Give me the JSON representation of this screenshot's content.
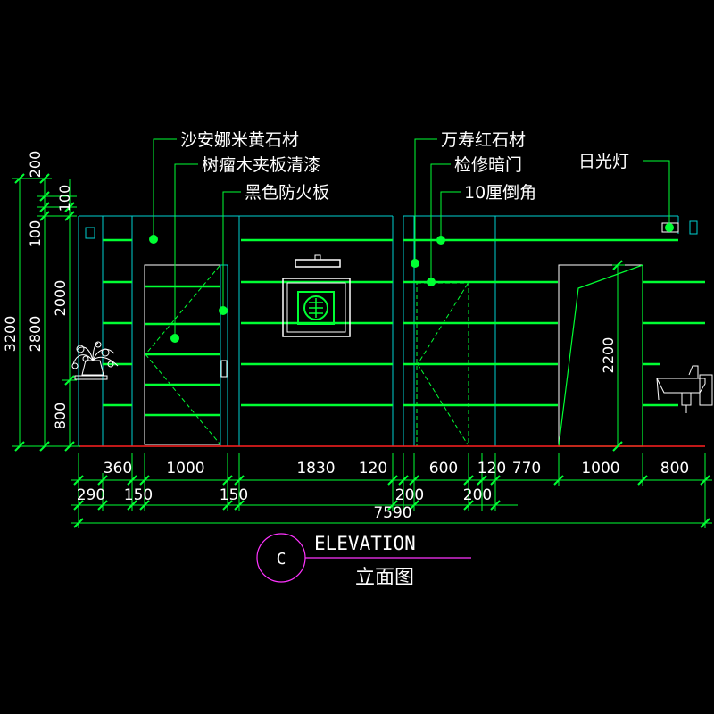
{
  "colors": {
    "background": "#000000",
    "wall": "#00ff33",
    "structure": "#00d0d0",
    "floor": "#ff2020",
    "dimension": "#00ff33",
    "text": "#ffffff",
    "title_mark": "#ff33ff"
  },
  "labels": {
    "l1": "沙安娜米黄石材",
    "l2": "树瘤木夹板清漆",
    "l3": "黑色防火板",
    "l4": "万寿红石材",
    "l5": "检修暗门",
    "l6": "10厘倒角",
    "l7": "日光灯"
  },
  "dims_row1": [
    "360",
    "1000",
    "1830",
    "120",
    "600",
    "120",
    "770",
    "1000",
    "800"
  ],
  "dims_row2": [
    "290",
    "150",
    "150",
    "200",
    "200"
  ],
  "dim_total": "7590",
  "vdims": {
    "outer": "3200",
    "mid": "2800",
    "a200": "200",
    "a100": "100",
    "b100": "100",
    "a2000": "2000",
    "a800": "800",
    "door2200": "2200"
  },
  "title": {
    "mark": "C",
    "en": "ELEVATION",
    "zh": "立面图"
  }
}
